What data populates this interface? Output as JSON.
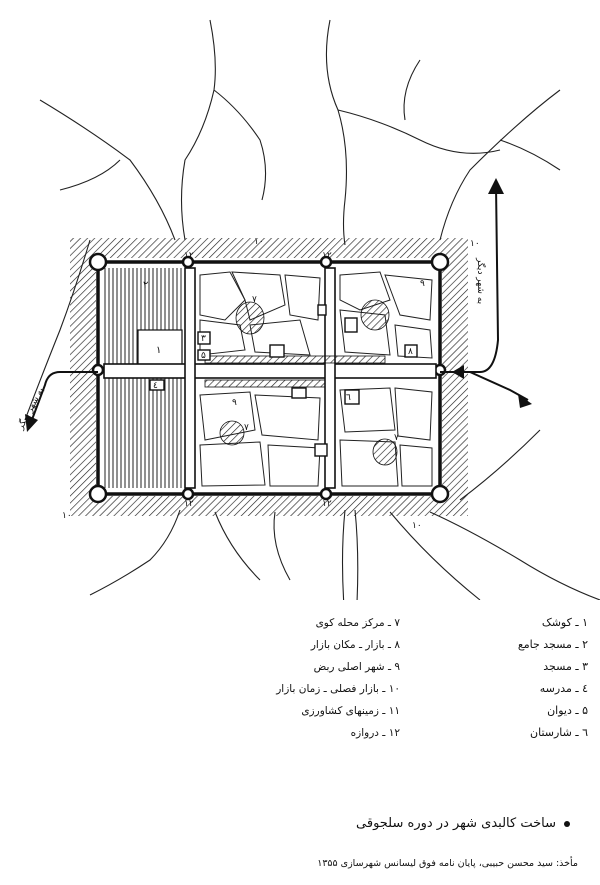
{
  "legend": {
    "right": [
      "۱ ـ کوشک",
      "۲ ـ مسجد جامع",
      "۳ ـ مسجد",
      "٤ ـ مدرسه",
      "۵ ـ دیوان",
      "٦ ـ شارستان"
    ],
    "left": [
      "۷ ـ مرکز محله کوی",
      "۸ ـ بازار ـ مکان بازار",
      "۹ ـ شهر اصلی ربض",
      "۱۰ ـ بازار فصلی ـ زمان بازار",
      "۱۱ ـ زمینهای کشاورزی",
      "۱۲ ـ دروازه"
    ]
  },
  "caption": "ساخت کالبدی شهر در دوره سلجوقی",
  "source": "مأخذ: سید محسن حبیبی، پایان نامه فوق لیسانس شهرسازی ۱۳۵۵",
  "map_labels": {
    "road_east": "به شهر دیگر",
    "road_west": "به شهر دیگر",
    "n1": "۱",
    "n2": "۲",
    "n3": "۳",
    "n4": "٤",
    "n5": "۵",
    "n6": "٦",
    "n7": "۷",
    "n8": "۸",
    "n9": "۹",
    "n10": "۱۰",
    "n12": "۱۲"
  }
}
